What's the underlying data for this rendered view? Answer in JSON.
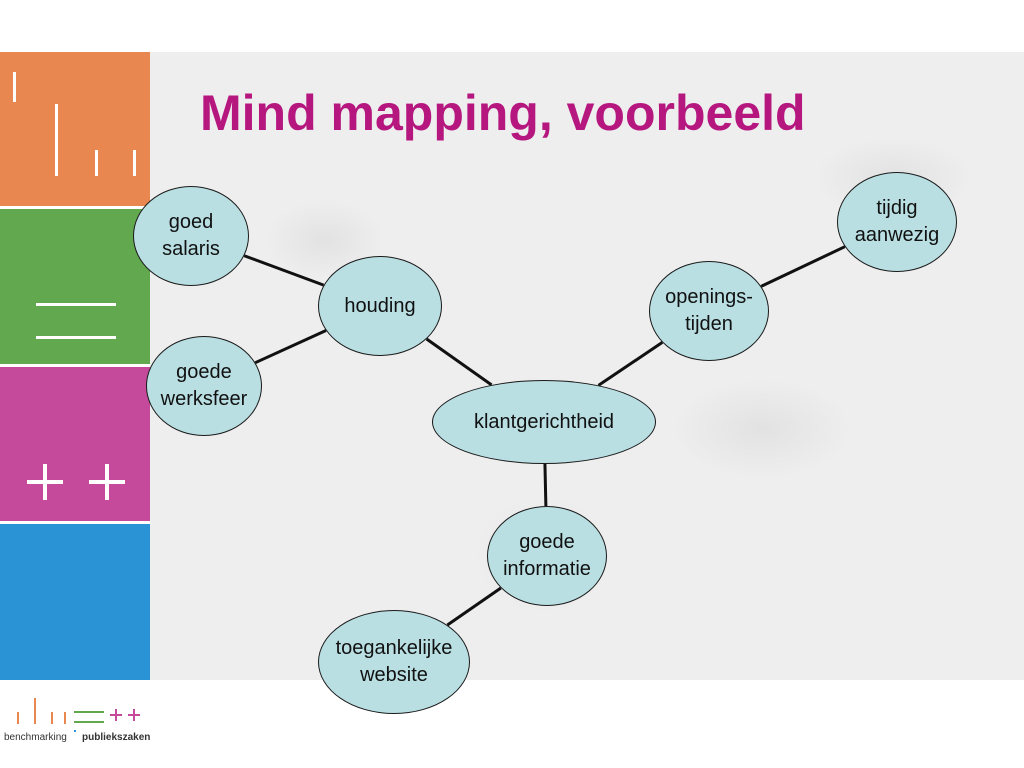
{
  "slide": {
    "title": "Mind mapping, voorbeeld"
  },
  "diagram": {
    "center": "klantgerichtheid",
    "nodes": [
      {
        "id": "klantgerichtheid",
        "label": "klantgerichtheid"
      },
      {
        "id": "houding",
        "label": "houding"
      },
      {
        "id": "goed-salaris",
        "label": "goed\nsalaris"
      },
      {
        "id": "goede-werksfeer",
        "label": "goede\nwerksfeer"
      },
      {
        "id": "openingstijden",
        "label": "openings-\ntijden"
      },
      {
        "id": "tijdig-aanwezig",
        "label": "tijdig\naanwezig"
      },
      {
        "id": "goede-informatie",
        "label": "goede\ninformatie"
      },
      {
        "id": "toegankelijke-website",
        "label": "toegankelijke\nwebsite"
      }
    ],
    "edges": [
      [
        "houding",
        "klantgerichtheid"
      ],
      [
        "goed-salaris",
        "houding"
      ],
      [
        "goede-werksfeer",
        "houding"
      ],
      [
        "openingstijden",
        "klantgerichtheid"
      ],
      [
        "tijdig-aanwezig",
        "openingstijden"
      ],
      [
        "goede-informatie",
        "klantgerichtheid"
      ],
      [
        "toegankelijke-website",
        "goede-informatie"
      ]
    ],
    "node_fill": "#b9dfe3",
    "edge_color": "#111111"
  },
  "brand": {
    "title_color": "#b5177f",
    "strip_colors": [
      "#e8874f",
      "#62a84e",
      "#c64a9b",
      "#2a93d5"
    ],
    "logo_left": "benchmarking",
    "logo_right": "publiekszaken"
  }
}
